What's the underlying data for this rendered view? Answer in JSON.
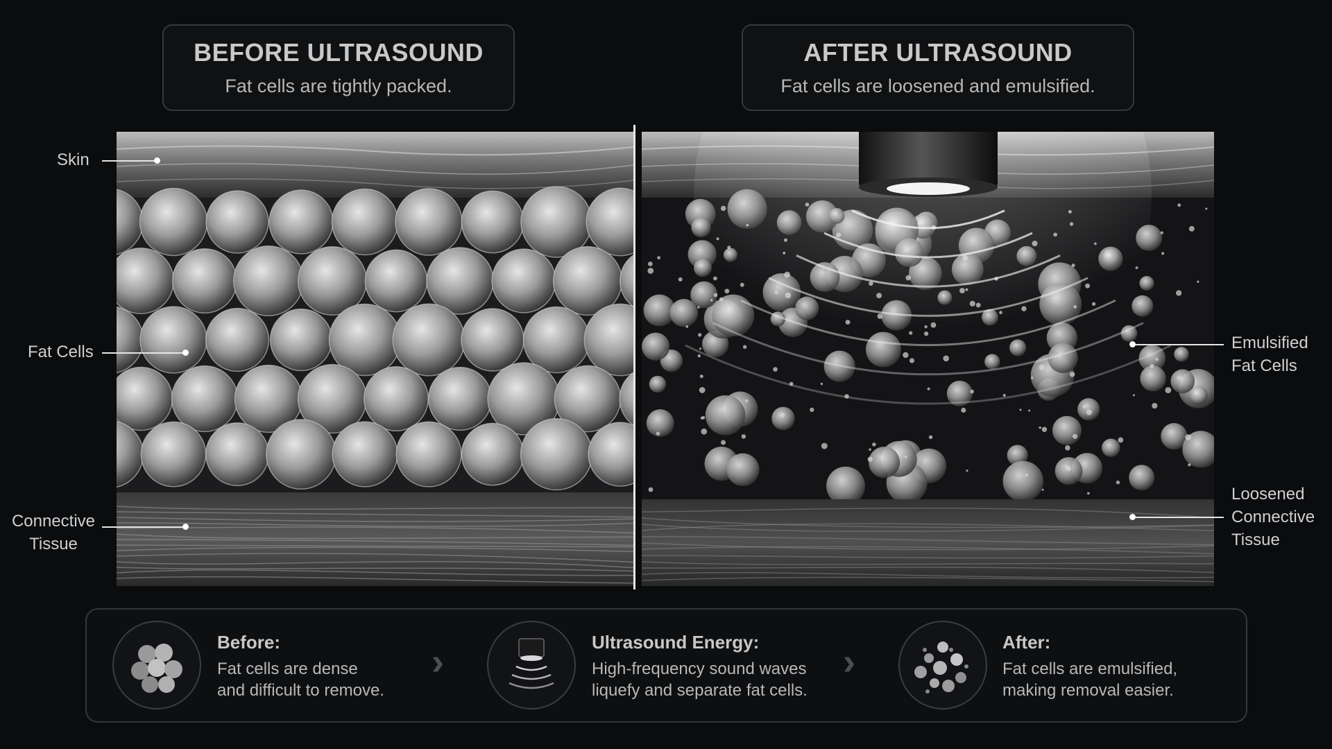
{
  "before_header": {
    "title": "BEFORE ULTRASOUND",
    "subtitle": "Fat cells are tightly packed."
  },
  "after_header": {
    "title": "AFTER ULTRASOUND",
    "subtitle": "Fat cells are loosened and emulsified."
  },
  "labels_left": {
    "skin": "Skin",
    "fat_cells": "Fat Cells",
    "connective_line1": "Connective",
    "connective_line2": "Tissue"
  },
  "labels_right": {
    "emulsified_line1": "Emulsified",
    "emulsified_line2": "Fat Cells",
    "loosened_line1": "Loosened",
    "loosened_line2": "Connective",
    "loosened_line3": "Tissue"
  },
  "steps": [
    {
      "title": "Before:",
      "line1": "Fat cells are dense",
      "line2": "and difficult to remove.",
      "icon": "fat-cluster-icon"
    },
    {
      "title": "Ultrasound Energy:",
      "line1": "High-frequency sound waves",
      "line2": "liquefy and separate fat cells.",
      "icon": "ultrasound-probe-icon"
    },
    {
      "title": "After:",
      "line1": "Fat cells are emulsified,",
      "line2": "making removal easier.",
      "icon": "scattered-cells-icon"
    }
  ],
  "colors": {
    "background": "#0b0c0e",
    "border": "#34373c",
    "text": "#d0d0d0"
  }
}
